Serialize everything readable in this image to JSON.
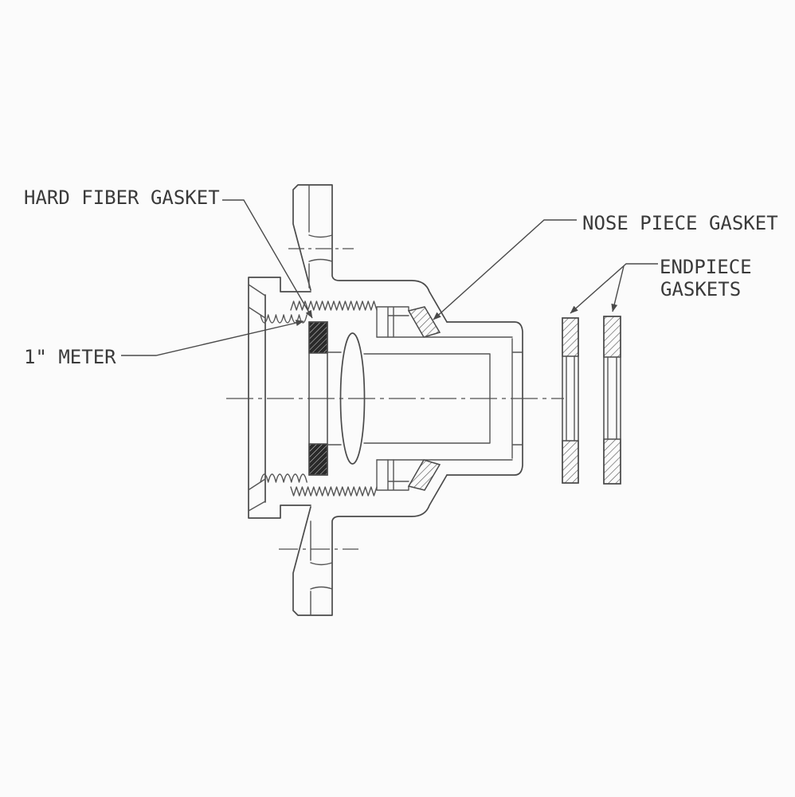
{
  "figure": {
    "type": "meter-coupling-cross-section",
    "background_color": "#fbfbfb",
    "line_color": "#4a4a4a",
    "text_color": "#3a3a3a",
    "labels": {
      "hard_fiber_gasket": "HARD FIBER GASKET",
      "meter_size": "1\" METER",
      "nose_piece_gasket": "NOSE PIECE GASKET",
      "endpiece_gaskets_line1": "ENDPIECE",
      "endpiece_gaskets_line2": "GASKETS"
    }
  }
}
